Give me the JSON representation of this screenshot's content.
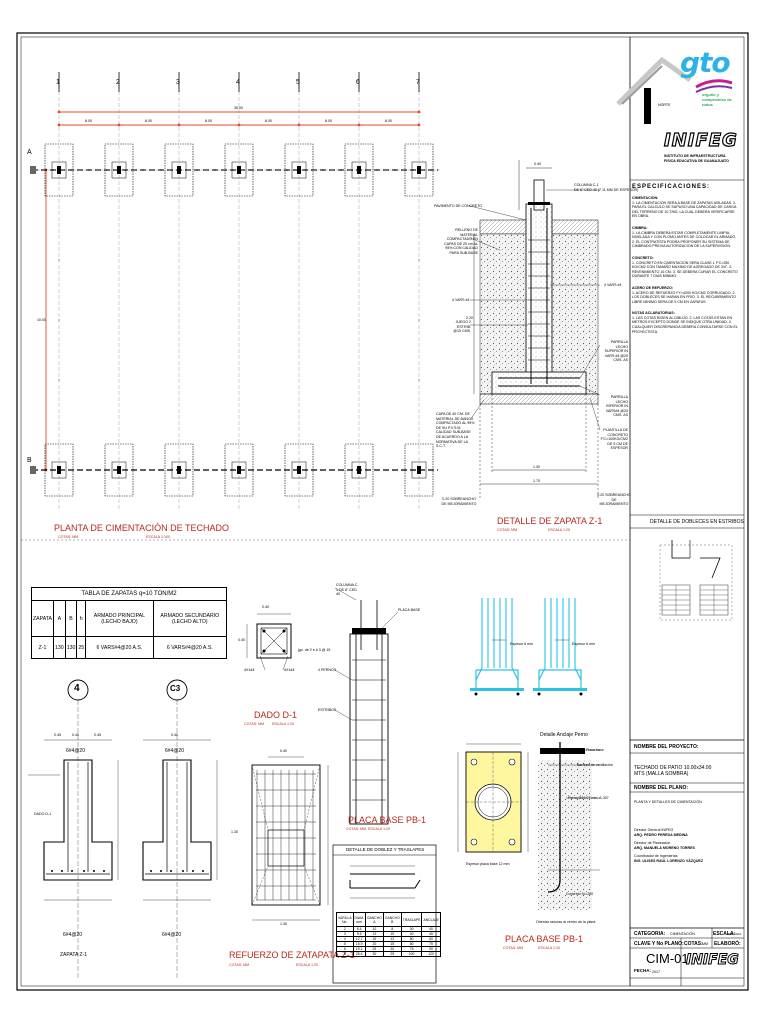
{
  "logo": {
    "brand": "gto",
    "tagline": "orgullo y compromiso de todos",
    "north": "NORTE",
    "inst_name": "INIFEG",
    "inst_line1": "INSTITUTO DE INFRAESTRUCTURA",
    "inst_line2": "FISICA EDUCATIVA DE GUANAJUATO"
  },
  "plan": {
    "axes_top": [
      "1",
      "2",
      "3",
      "4",
      "5",
      "6",
      "7"
    ],
    "axes_side": [
      "A",
      "B"
    ],
    "total_dim": "36.00",
    "bay_dims": [
      "6.00",
      "6.00",
      "6.00",
      "6.00",
      "6.00",
      "6.00"
    ],
    "side_dim": "10.00",
    "title": "PLANTA DE CIMENTACIÓN DE TECHADO",
    "note": "COTAS: MM",
    "scale": "ESCALA 1:100"
  },
  "detail_z1": {
    "title": "DETALLE DE ZAPATA Z-1",
    "note": "COTAS: MM",
    "scale": "ESCALA 1:25",
    "labels": {
      "column": "COLUMNA C-1",
      "column_desc": "DE 6\" CED 40 (7.11 MM DE ESPESOR)",
      "pavement": "PAVIMENTO DE CONCRETO",
      "fill": "RELLENO DE MATERIAL COMPACTADO EN CAPAS DE 20 cm AL 95% CON CALIDAD PARA SUB-BASE",
      "vars": "4 VARS #4",
      "stirrups": "JUEGO 2 ESTRIB. @15 CMS.",
      "vars_right": "4 VARS #4",
      "grid_upper": "PARRILLA LECHO SUPERIOR IN VARS #4 @20 CMS. AS",
      "grid_lower": "PARRILLA LECHO INFERIOR IN VARS#4 @20 CMS. AS",
      "template": "PLANTILLA DE CONCRETO F'C=100KG/CM2 DE 5 CM DE ESPESOR",
      "base_fill": "CAPA DE 40 CM. DE MATERIAL DE BANCO COMPACTADO AL 95% DE SU P.V.S.M. CALIDAD SUB-BASE DE ACUERDO A LA NORMATIVA DE LA S.C.T.",
      "over_left": "0.20 SOBREANCHO DE MEJORAMIENTO",
      "over_right": "0.20 SOBREANCHO DE MEJORAMIENTO",
      "dim_top": "0.40",
      "dim_base": "1.30",
      "dim_total": "1.70",
      "dim_h": "2.20"
    }
  },
  "specs": {
    "heading": "ESPECIFICACIONES:",
    "sections": [
      {
        "title": "CIMENTACION:",
        "text": "1. LA CIMENTACION SERA A BASE DE ZAPATAS AISLADAS. 2. PARA EL CALCULO SE SUPUSO UNA CAPACIDAD DE CARGA DEL TERRENO DE 10 T/M2, LA CUAL DEBERA VERIFICARSE EN OBRA."
      },
      {
        "title": "CIMBRA:",
        "text": "1. LA CIMBRA DEBERA ESTAR COMPLETAMENTE LIMPIA, NIVELADA Y CON PLOMO ANTES DE COLOCAR EL ARMADO. 2. EL CONTRATISTA PODRA PROPONER SU SISTEMA DE CIMBRADO PREVIA AUTORIZACION DE LA SUPERVISION."
      },
      {
        "title": "CONCRETO:",
        "text": "1. CONCRETO EN CIMENTACION SERA CLASE 1 F'C=250 KG/CM2 CON TAMAÑO MAXIMO DE AGREGADO DE 3/4\". 2. REVENIMIENTO 10 CM. 3. SE DEBERA CURAR EL CONCRETO DURANTE 7 DIAS MINIMO."
      },
      {
        "title": "ACERO DE REFUERZO:",
        "text": "1. ACERO DE REFUERZO FY=4200 KG/CM2 CORRUGADO. 2. LOS DOBLECES SE HARAN EN FRIO. 3. EL RECUBRIMIENTO LIBRE MINIMO SERA DE 5 CM EN ZAPATAS."
      },
      {
        "title": "NOTAS ACLARATORIAS:",
        "text": "1. LAS COTAS RIGEN AL DIBUJO. 2. LAS COTAS ESTAN EN METROS EXCEPTO DONDE SE INDIQUE OTRA UNIDAD. 3. CUALQUIER DISCREPANCIA DEBERA CONSULTARSE CON EL PROYECTISTA."
      }
    ]
  },
  "stirrups": {
    "title": "DETALLE DE DOBLECES EN ESTRIBOS"
  },
  "table_zapatas": {
    "title": "TABLA DE ZAPATAS q=10 TON/M2",
    "headers": [
      "ZAPATA",
      "A",
      "B",
      "h",
      "ARMADO PRINCIPAL (LECHO BAJO)",
      "ARMADO SECUNDARIO (LECHO ALTO)"
    ],
    "rows": [
      [
        "Z-1",
        "130",
        "130",
        "25",
        "6 VARS#4@20 A.S.",
        "6 VARS#4@20 A.S."
      ]
    ]
  },
  "dado": {
    "title": "DADO D-1",
    "note": "COTAS: MM",
    "scale": "ESCALA 1:20",
    "dim": "0.40",
    "stirrup": "jgo. de 2 e # 3 @ 15",
    "left": "4X1#4",
    "right": "4X1#4"
  },
  "sections": {
    "axis_left": "4",
    "axis_right": "C3",
    "top_left": "6#4@20",
    "top_right": "6#4@20",
    "bot_left": "6#4@20",
    "bot_right": "6#4@20",
    "dado_label": "DADO D-1",
    "zapata_label": "ZAPATA Z-1",
    "dims": [
      "0.40",
      "0.45",
      "0.45"
    ]
  },
  "placa_elev": {
    "title": "PLACA BASE PB-1",
    "note": "COTAS: MM",
    "scale": "ESCALA 1:20",
    "labels": [
      "COLUMNA C-1 DE 6\" CED 40",
      "PLACA BASE",
      "4 PERNOS",
      "ESTRIBOS"
    ]
  },
  "anchor": {
    "label1": "Espesor 6 mm",
    "label2": "Espesor 6 mm",
    "title": "Detalle Anclaje Perno"
  },
  "refuerzo": {
    "title": "REFUERZO DE ZATAPATA Z-1",
    "note": "COTAS: MM",
    "scale": "ESCALA 1:20",
    "dim_top": "0.40",
    "dim_bottom": "1.30",
    "dim_side": "1.30"
  },
  "dobles": {
    "title": "DETALLE DE DOBLEZ Y TRASLAPES",
    "headers": [
      "VARILLA No.",
      "DIAM. mm",
      "GANCHO A",
      "GANCHO B",
      "TRASLAPE",
      "ANCLAJE"
    ],
    "rows": [
      [
        "2",
        "6.4",
        "10",
        "8",
        "30",
        "40"
      ],
      [
        "3",
        "9.5",
        "12",
        "10",
        "40",
        "45"
      ],
      [
        "4",
        "12.7",
        "15",
        "12",
        "50",
        "60"
      ],
      [
        "5",
        "15.9",
        "20",
        "15",
        "60",
        "75"
      ],
      [
        "6",
        "19.1",
        "25",
        "20",
        "75",
        "90"
      ],
      [
        "8",
        "25.4",
        "30",
        "25",
        "100",
        "120"
      ]
    ]
  },
  "placa_plan": {
    "title": "PLACA BASE PB-1",
    "note": "COTAS: MM",
    "scale": "ESCALA 1:10",
    "labels": [
      "Placa base",
      "Barreno de ventilación",
      "Perno Ø19.07 mm. A-307",
      "Espesor placa base 12 mm",
      "Concreto f'c=250",
      "Orientar ranuras al centro de la placa"
    ]
  },
  "titleblock": {
    "proj_label": "NOMBRE DEL PROYECTO:",
    "proj_name": "TECHADO DE PATIO 10.00x34.00 MTS (MALLA SOMBRA)",
    "plan_label": "NOMBRE DEL PLANO:",
    "plan_name": "PLANTA Y DETALLES DE CIMENTACIÓN",
    "people": [
      {
        "role": "Director General INIFEG",
        "name": "ARQ. PEDRO PEREDA MEDINA"
      },
      {
        "role": "Director de Planeación",
        "name": "ARQ. MANUELA MORENO TORRES"
      },
      {
        "role": "Coordinador de Ingenierías",
        "name": "ING. ULISES RAÚL LORENZO VÁZQUEZ"
      }
    ],
    "category_label": "CATEGORIA:",
    "category": "CIMENTACIÓN",
    "scale_label": "ESCALA:",
    "scale": "INDICADA",
    "key_label": "CLAVE Y No PLANO:",
    "cotas_label": "COTAS:",
    "cotas": "MM",
    "elaboro_label": "ELABORÓ:",
    "code": "CIM-01",
    "date_label": "FECHA:",
    "date": "2017",
    "inst_name": "INIFEG"
  }
}
